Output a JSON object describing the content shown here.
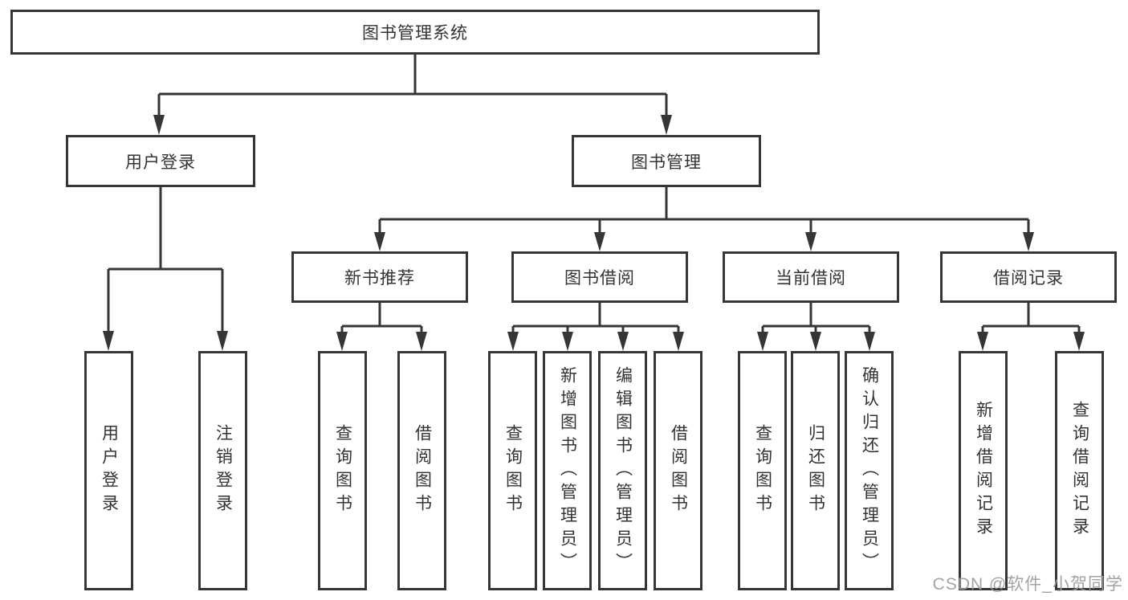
{
  "title": "图书管理系统",
  "branches": {
    "user_login": {
      "label": "用户登录",
      "children": [
        "用户登录",
        "注销登录"
      ]
    },
    "book_management": {
      "label": "图书管理",
      "sections": [
        {
          "label": "新书推荐",
          "children": [
            "查询图书",
            "借阅图书"
          ]
        },
        {
          "label": "图书借阅",
          "children": [
            "查询图书",
            "新增图书（管理员）",
            "编辑图书（管理员）",
            "借阅图书"
          ]
        },
        {
          "label": "当前借阅",
          "children": [
            "查询图书",
            "归还图书",
            "确认归还（管理员）"
          ]
        },
        {
          "label": "借阅记录",
          "children": [
            "新增借阅记录",
            "查询借阅记录"
          ]
        }
      ]
    }
  },
  "watermark": "CSDN @软件_小贺同学",
  "colors": {
    "line": "#363636",
    "text": "#333333",
    "background": "#ffffff",
    "watermark": "#9e9ea2"
  }
}
